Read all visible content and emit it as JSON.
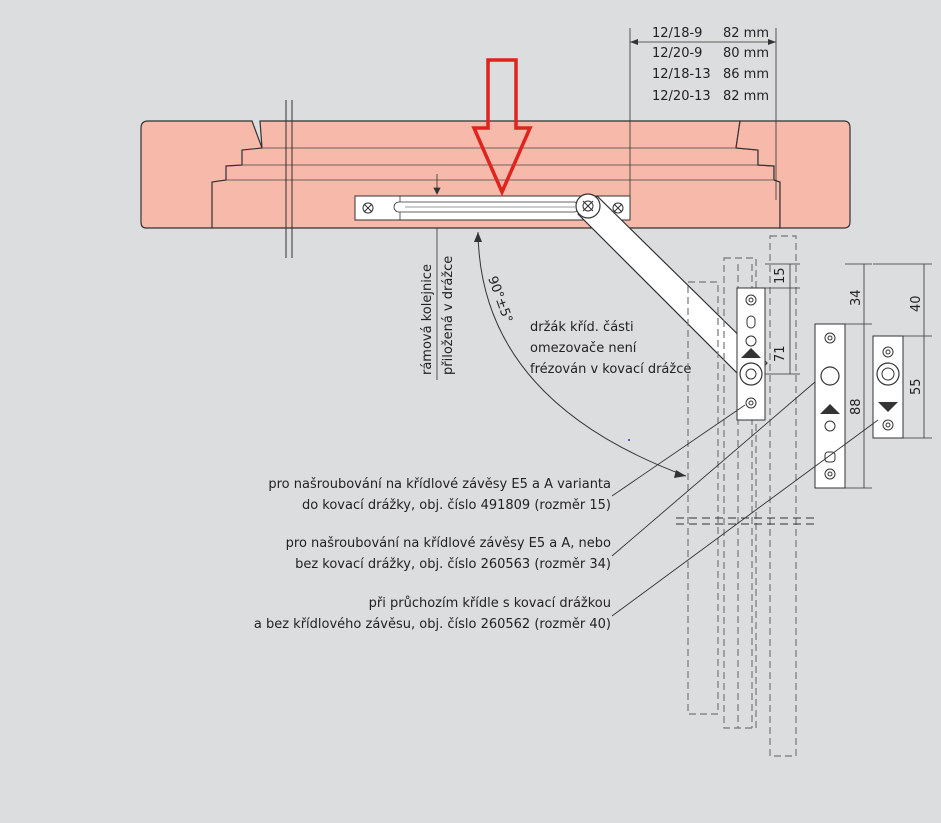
{
  "table": {
    "rows": [
      {
        "code": "12/18-9",
        "size": "82 mm"
      },
      {
        "code": "12/20-9",
        "size": "80 mm"
      },
      {
        "code": "12/18-13",
        "size": "86 mm"
      },
      {
        "code": "12/20-13",
        "size": "82 mm"
      }
    ]
  },
  "labels": {
    "rail_line1": "rámová kolejnice",
    "rail_line2": "přiložená v drážce",
    "angle": "90°±5°",
    "holder_line1": "držák kříd. části",
    "holder_line2": "omezovače není",
    "holder_line3": "frézován v kovací drážce"
  },
  "notes": [
    {
      "line1": "pro našroubování na křídlové závěsy E5 a A varianta",
      "line2": "do kovací drážky, obj. číslo 491809 (rozměr 15)"
    },
    {
      "line1": "pro našroubování na křídlové závěsy E5 a A, nebo",
      "line2": "bez kovací drážky, obj. číslo 260563 (rozměr 34)"
    },
    {
      "line1": "při průchozím křídle s kovací drážkou",
      "line2": "a bez křídlového závěsu, obj. číslo 260562 (rozměr 40)"
    }
  ],
  "dims": {
    "d15": "15",
    "d71": "71",
    "d34": "34",
    "d40": "40",
    "d88": "88",
    "d55": "55"
  },
  "colors": {
    "frame": "#f7b9a9",
    "arrow": "#e0231c",
    "background": "#dcdddf"
  }
}
